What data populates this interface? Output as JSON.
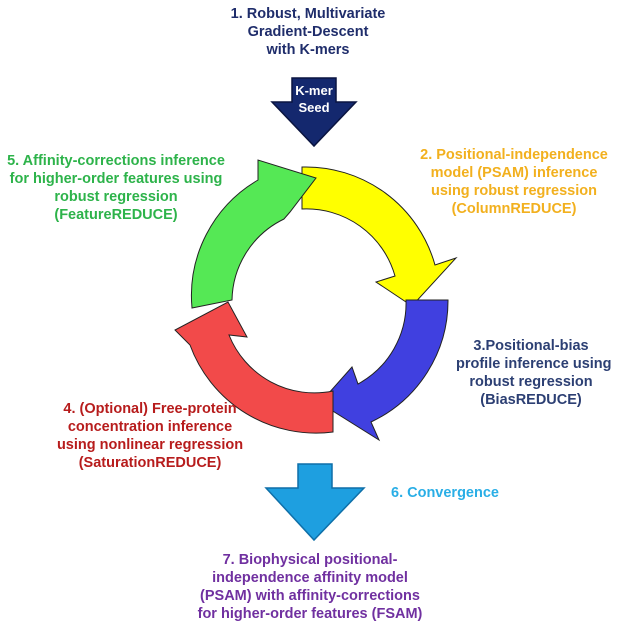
{
  "steps": {
    "step1": [
      "1. Robust, Multivariate",
      "Gradient-Descent",
      "with K-mers"
    ],
    "seed": [
      "K-mer",
      "Seed"
    ],
    "step2": [
      "2. Positional-independence",
      "model (PSAM) inference",
      "using robust regression",
      "(ColumnREDUCE)"
    ],
    "step3": [
      "3.Positional-bias",
      "profile inference using",
      "robust regression",
      "(BiasREDUCE)"
    ],
    "step4": [
      "4. (Optional) Free-protein",
      "concentration inference",
      "using nonlinear regression",
      "(SaturationREDUCE)"
    ],
    "step5": [
      "5. Affinity-corrections inference",
      "for higher-order features using",
      "robust regression",
      "(FeatureREDUCE)"
    ],
    "step6": [
      "6. Convergence"
    ],
    "step7": [
      "7. Biophysical positional-",
      "independence affinity model",
      "(PSAM) with affinity-corrections",
      "for higher-order features (FSAM)"
    ]
  },
  "colors": {
    "seed_arrow": "#14286e",
    "yellow_arrow": "#ffff00",
    "blue_arrow": "#4040e0",
    "red_arrow": "#f24a4a",
    "green_arrow": "#55e855",
    "convergence_arrow": "#1e9fe0"
  }
}
